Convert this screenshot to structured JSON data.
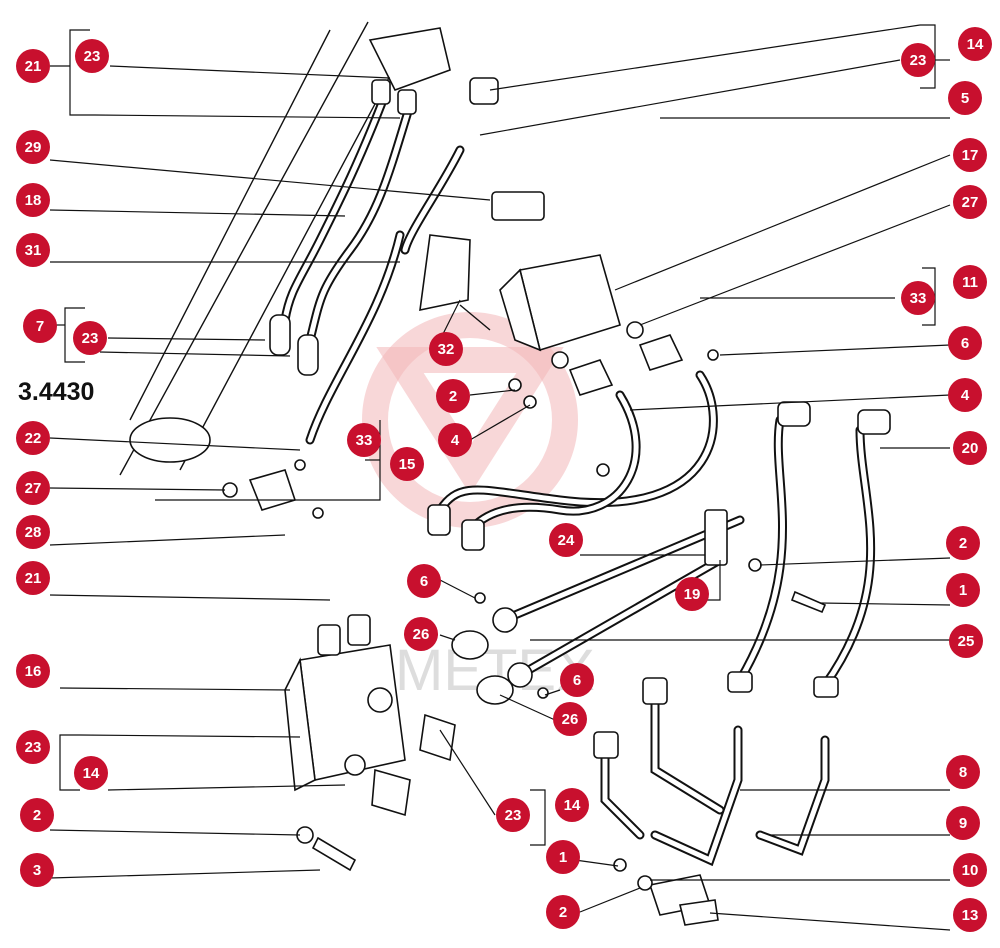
{
  "reference_code": "3.4430",
  "watermark_text": "МЕТЕХ",
  "badge_color": "#c8102e",
  "callouts_left": [
    "21",
    "23",
    "29",
    "18",
    "31",
    "7",
    "23",
    "22",
    "27",
    "28",
    "21",
    "16",
    "23",
    "14",
    "2",
    "3"
  ],
  "callouts_right": [
    "14",
    "23",
    "5",
    "17",
    "27",
    "11",
    "33",
    "6",
    "4",
    "20",
    "2",
    "1",
    "25",
    "8",
    "9",
    "10",
    "13"
  ],
  "callouts_inner": [
    "32",
    "2",
    "4",
    "33",
    "15",
    "24",
    "19",
    "6",
    "26",
    "6",
    "26",
    "23",
    "14",
    "1",
    "2"
  ]
}
